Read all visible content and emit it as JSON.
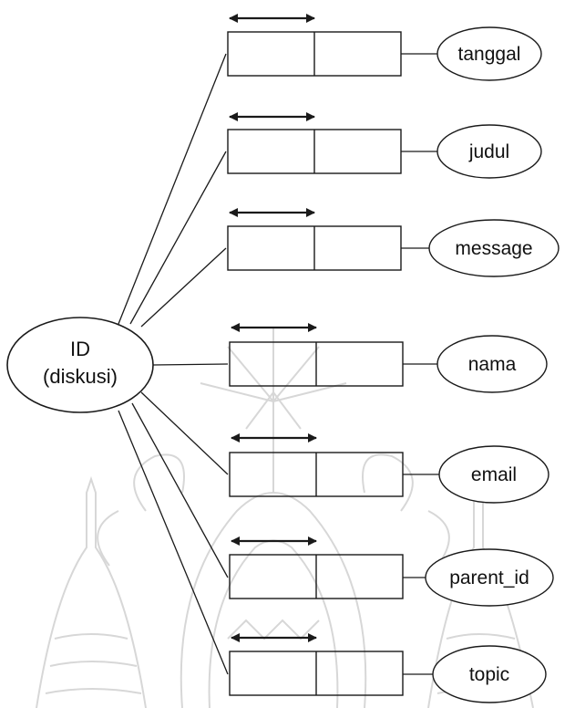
{
  "diagram": {
    "center_node": {
      "line1": "ID",
      "line2": "(diskusi)"
    },
    "attributes": [
      {
        "label": "tanggal"
      },
      {
        "label": "judul"
      },
      {
        "label": "message"
      },
      {
        "label": "nama"
      },
      {
        "label": "email"
      },
      {
        "label": "parent_id"
      },
      {
        "label": "topic"
      }
    ],
    "colors": {
      "line": "#1a1a1a",
      "text": "#111111",
      "background": "#ffffff",
      "watermark": "#d0d0d0"
    }
  }
}
